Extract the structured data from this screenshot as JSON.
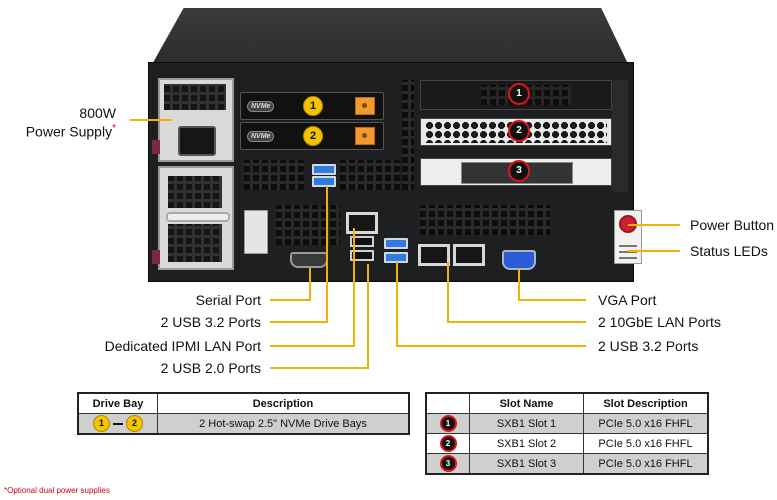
{
  "image": {
    "subject": "Server rear panel diagram",
    "colors": {
      "callout_line": "#f2b300",
      "drive_badge": "#f5c400",
      "slot_badge_ring": "#e0141e",
      "footnote": "#d0021b",
      "table_shade": "#cfcfcf"
    }
  },
  "callouts": {
    "left": [
      {
        "id": "power-supply",
        "line1": "800W",
        "line2": "Power Supply",
        "marker": "*"
      },
      {
        "id": "serial-port",
        "text": "Serial Port"
      },
      {
        "id": "usb32-left",
        "text": "2 USB 3.2 Ports"
      },
      {
        "id": "ipmi-lan",
        "text": "Dedicated IPMI  LAN Port"
      },
      {
        "id": "usb20",
        "text": "2 USB 2.0 Ports"
      }
    ],
    "right": [
      {
        "id": "power-button",
        "text": "Power Button"
      },
      {
        "id": "status-leds",
        "text": "Status LEDs"
      },
      {
        "id": "vga-port",
        "text": "VGA Port"
      },
      {
        "id": "lan-10gbe",
        "text": "2 10GbE LAN Ports"
      },
      {
        "id": "usb32-right",
        "text": "2 USB 3.2 Ports"
      }
    ]
  },
  "hardware": {
    "nvme_label": "NVMe",
    "drive_badges": [
      "1",
      "2"
    ],
    "slot_badges": [
      "1",
      "2",
      "3"
    ]
  },
  "drive_table": {
    "headers": [
      "Drive Bay",
      "Description"
    ],
    "rows": [
      {
        "bay_from": "1",
        "bay_to": "2",
        "description": "2 Hot-swap  2.5\" NVMe Drive  Bays"
      }
    ]
  },
  "slot_table": {
    "headers": [
      "",
      "Slot Name",
      "Slot Description"
    ],
    "rows": [
      {
        "badge": "1",
        "name": "SXB1 Slot 1",
        "description": "PCIe 5.0 x16 FHFL"
      },
      {
        "badge": "2",
        "name": "SXB1 Slot 2",
        "description": "PCIe 5.0 x16 FHFL"
      },
      {
        "badge": "3",
        "name": "SXB1 Slot 3",
        "description": "PCIe 5.0 x16 FHFL"
      }
    ]
  },
  "footnote": "*Optional dual power supplies"
}
